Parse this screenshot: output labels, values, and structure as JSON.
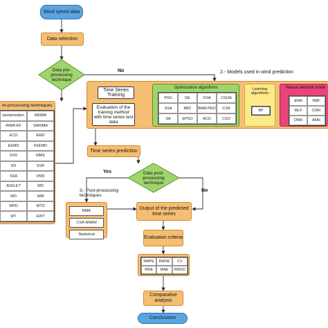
{
  "nodes": {
    "wind_speed": "Wind speed data",
    "data_selection": "Data selection",
    "preprocessing_q": "Data pre-processing technique",
    "no_label_top": "No",
    "models_title": "2.- Models used in wind prediction",
    "ts_training": "Time Series Training",
    "evaluation_training": "Evaluation of the training method with time series test data",
    "opt_title": "Optimization algorithms",
    "learning_title": "Learning algorithms",
    "nn_title": "Neural network mode",
    "ts_prediction": "Time series prediction",
    "postproc_q": "Data post-processing technique",
    "yes_label": "Yes",
    "no_label_right": "No",
    "postproc_title": "3.- Post-processing techniques",
    "output_predicted": "Output of the predicted time series",
    "evaluation_criteria": "Evaluation criteria",
    "comparative": "Comparative analysis",
    "conclusions": "Conclusions",
    "preproc_title": "re-processing techniques"
  },
  "optimization_algorithms": [
    "PSO",
    "DE",
    "FOA",
    "CSOA",
    "SSA",
    "ABC",
    "BAM-PEO",
    "CSA",
    "SA",
    "EPSO",
    "ACO",
    "CSO"
  ],
  "learning_algorithms": [
    "BP"
  ],
  "neural_network_models": [
    "ENN",
    "RBF",
    "MLP",
    "CNN",
    "DNN",
    "ANN"
  ],
  "preprocessing_techniques": [
    [
      "tandarization",
      "ARIMA"
    ],
    [
      "RIMA-KF",
      "SARIMA"
    ],
    [
      "ECD",
      "EMD"
    ],
    [
      "EEMD",
      "FEEMD"
    ],
    [
      "SVD",
      "MMS"
    ],
    [
      "SD",
      "SVR"
    ],
    [
      "SSA",
      "VMD"
    ],
    [
      "AVELET",
      "WD"
    ],
    [
      "WD",
      "WM"
    ],
    [
      "WPD",
      "WTD"
    ],
    [
      "WT",
      "EWT"
    ]
  ],
  "postprocessing_techniques": [
    "BMA",
    "CSA-NNAM",
    "Statistical"
  ],
  "evaluation_metrics": [
    "MAPE",
    "RMSE",
    "CV",
    "MSE",
    "MAE",
    "RMSD"
  ],
  "colors": {
    "start_end": "#5aa5e0",
    "process": "#f6be72",
    "decision": "#9fd56b",
    "optimization": "#9fd56b",
    "learning": "#fbe98a",
    "neural": "#e8457a",
    "line": "#2b2b2b"
  }
}
